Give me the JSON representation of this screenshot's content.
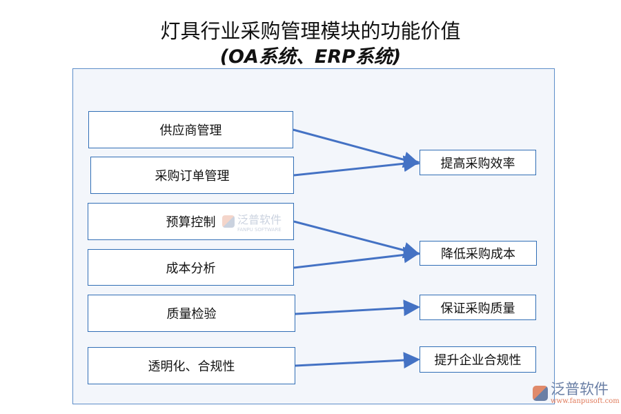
{
  "title": {
    "line1": "灯具行业采购管理模块的功能价值",
    "line2": "(OA系统、ERP系统)"
  },
  "functions": [
    "供应商管理",
    "采购订单管理",
    "预算控制",
    "成本分析",
    "质量检验",
    "透明化、合规性"
  ],
  "values": [
    "提高采购效率",
    "降低采购成本",
    "保证采购质量",
    "提升企业合规性"
  ],
  "connections": [
    [
      "供应商管理",
      "提高采购效率"
    ],
    [
      "采购订单管理",
      "提高采购效率"
    ],
    [
      "预算控制",
      "降低采购成本"
    ],
    [
      "成本分析",
      "降低采购成本"
    ],
    [
      "质量检验",
      "保证采购质量"
    ],
    [
      "透明化、合规性",
      "提升企业合规性"
    ]
  ],
  "colors": {
    "border": "#2f6db5",
    "arrow": "#4472c4",
    "background": "#f3f6fb"
  },
  "watermark": {
    "name": "泛普软件",
    "sub": "FANPU SOFTWARE",
    "url": "www.fanpusoft.com"
  }
}
